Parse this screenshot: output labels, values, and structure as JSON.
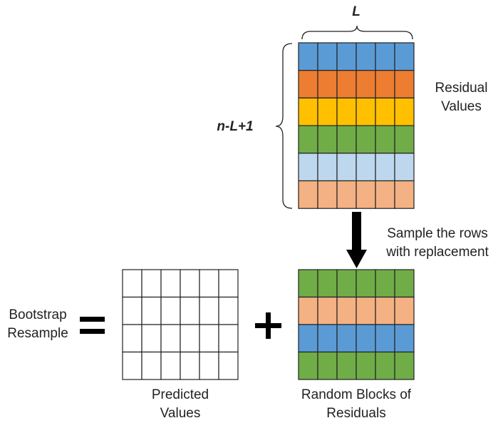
{
  "labels": {
    "block_length": "L",
    "row_count": "n-L+1",
    "residual_values": [
      "Residual",
      "Values"
    ],
    "sample_note": [
      "Sample the rows",
      "with replacement"
    ],
    "bootstrap_resample": [
      "Bootstrap",
      "Resample"
    ],
    "equals": "=",
    "plus": "+",
    "predicted_values": [
      "Predicted",
      "Values"
    ],
    "random_blocks": [
      "Random Blocks of",
      "Residuals"
    ]
  },
  "colors": {
    "blue": "#5b9bd5",
    "orange": "#ed7d31",
    "gold": "#ffc000",
    "green": "#70ad47",
    "light_blue": "#bdd7ee",
    "peach": "#f4b183",
    "empty": "#ffffff",
    "grid_line": "#222222"
  },
  "residual_matrix": {
    "columns": 6,
    "row_colors": [
      "blue",
      "orange",
      "gold",
      "green",
      "light_blue",
      "peach"
    ]
  },
  "predicted_matrix": {
    "columns": 6,
    "row_colors": [
      "empty",
      "empty",
      "empty",
      "empty"
    ]
  },
  "random_blocks_matrix": {
    "columns": 6,
    "row_colors": [
      "green",
      "peach",
      "blue",
      "green"
    ]
  }
}
